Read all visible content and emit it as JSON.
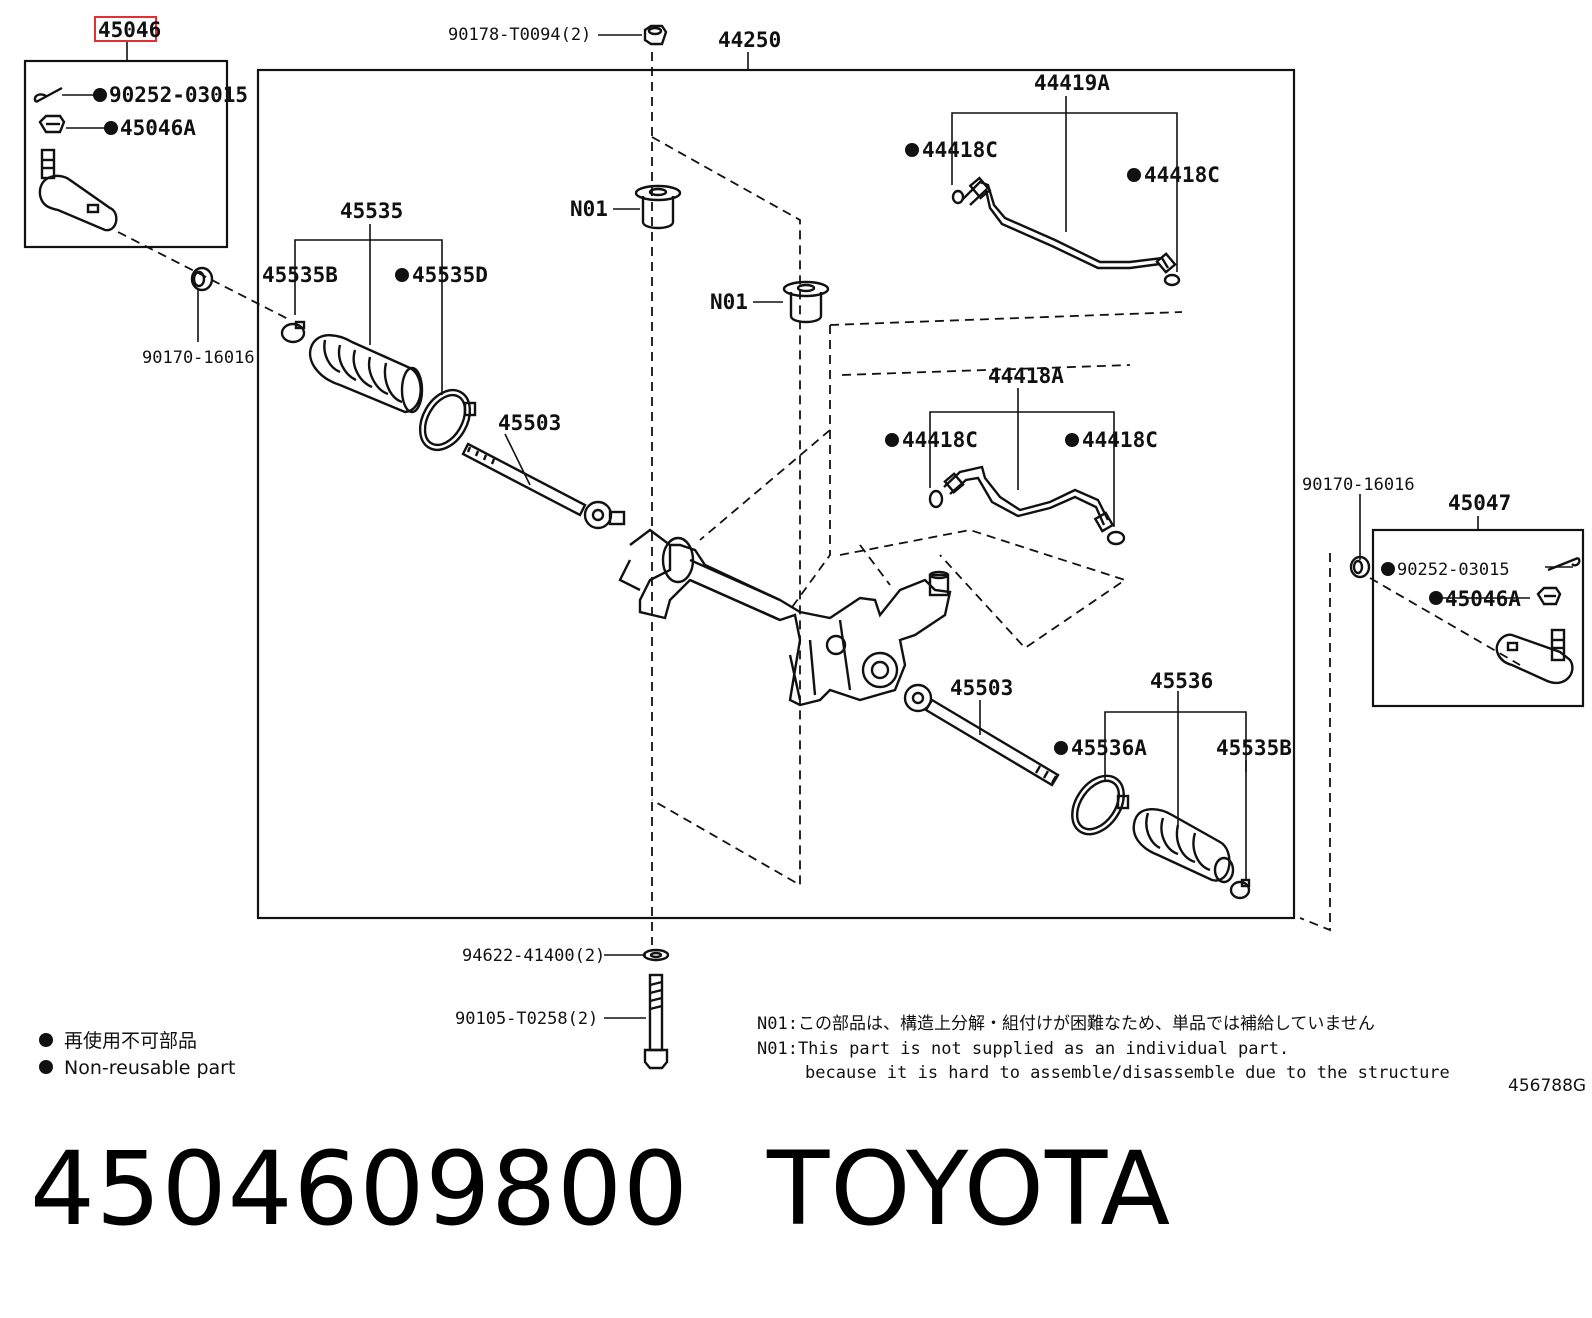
{
  "diagram": {
    "highlight_color": "#e03030",
    "callouts": {
      "left_tie_rod_end": "45046",
      "left_cotter_pin": "90252-03015",
      "left_nut": "45046A",
      "left_washer": "90170-16016",
      "top_nut": "90178-T0094(2)",
      "rack_assembly": "44250",
      "upper_tube": "44419A",
      "upper_tube_oring_left": "44418C",
      "upper_tube_oring_right": "44418C",
      "bushing_1": "N01",
      "bushing_2": "N01",
      "left_boot": "45535",
      "left_boot_clamp_small": "45535B",
      "left_boot_clamp_large": "45535D",
      "left_inner_rod": "45503",
      "lower_tube": "44418A",
      "lower_tube_oring_left": "44418C",
      "lower_tube_oring_right": "44418C",
      "right_washer": "90170-16016",
      "right_tie_rod_end": "45047",
      "right_cotter_pin": "90252-03015",
      "right_nut": "45046A",
      "right_inner_rod": "45503",
      "right_boot": "45536",
      "right_boot_clamp_large": "45536A",
      "right_boot_clamp_small": "45535B",
      "bottom_washer": "94622-41400(2)",
      "bottom_bolt": "90105-T0258(2)"
    },
    "legend": {
      "line_jp": "再使用不可部品",
      "line_en": "Non-reusable part"
    },
    "notes": {
      "line1": "N01:この部品は、構造上分解・組付けが困難なため、単品では補給していません",
      "line2": "N01:This part is not supplied as an individual part.",
      "line3": "because it is hard to assemble/disassemble due to the structure"
    },
    "figure_id": "456788G"
  },
  "caption": {
    "part_number": "4504609800",
    "brand": "TOYOTA"
  }
}
